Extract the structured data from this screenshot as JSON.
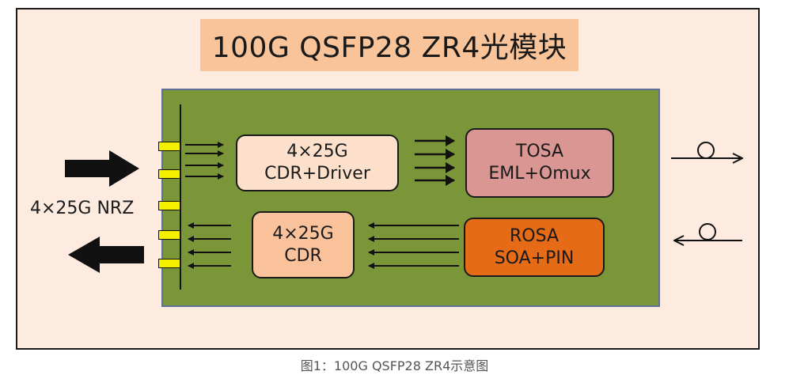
{
  "title": "100G QSFP28 ZR4光模块",
  "blocks": {
    "cdr_driver": {
      "line1": "4×25G",
      "line2": "CDR+Driver"
    },
    "cdr": {
      "line1": "4×25G",
      "line2": "CDR"
    },
    "tosa": {
      "line1": "TOSA",
      "line2": "EML+Omux"
    },
    "rosa": {
      "line1": "ROSA",
      "line2": "SOA+PIN"
    }
  },
  "side_label": "4×25G NRZ",
  "caption": "图1：100G QSFP28 ZR4示意图",
  "colors": {
    "background": "#fdebe0",
    "title_fill": "#f9c49a",
    "board": "#7b9638",
    "cdr_driver_fill": "#fde0cb",
    "cdr_fill": "#f9c29b",
    "tosa_fill": "#d99693",
    "rosa_fill": "#e56b16",
    "pins": "#f4f000"
  }
}
